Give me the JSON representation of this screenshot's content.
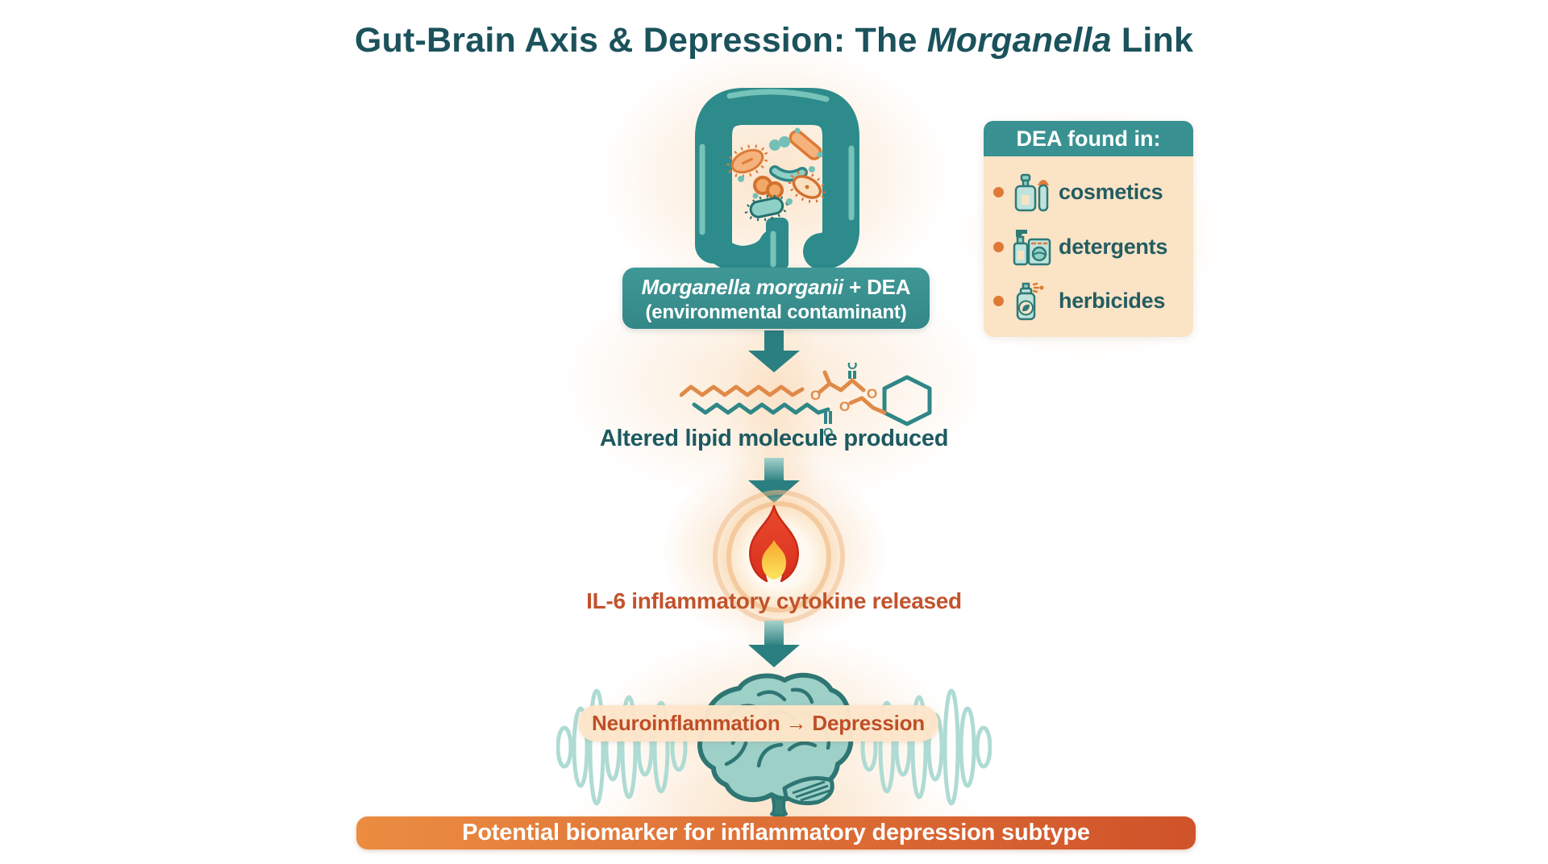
{
  "title": {
    "prefix": "Gut-Brain Axis & Depression: The ",
    "italic": "Morganella",
    "suffix": " Link"
  },
  "stage_bacteria": {
    "species_italic": "Morganella morganii",
    "rest": " + DEA",
    "subtitle": "(environmental contaminant)"
  },
  "dea_panel": {
    "header": "DEA found in:",
    "items": [
      {
        "icon": "cosmetics-icon",
        "label": "cosmetics"
      },
      {
        "icon": "detergent-icon",
        "label": "detergents"
      },
      {
        "icon": "herbicide-icon",
        "label": "herbicides"
      }
    ]
  },
  "stage_lipid": {
    "label": "Altered lipid molecule produced"
  },
  "stage_cytokine": {
    "label": "IL-6 inflammatory cytokine released"
  },
  "stage_brain": {
    "label": "Neuroinflammation → Depression"
  },
  "banner": {
    "label": "Potential biomarker for inflammatory depression subtype"
  },
  "molecule": {
    "atom_label": "O"
  },
  "icons": {
    "gut": "intestine-with-microbes",
    "molecule": "altered-lipid-structure",
    "flame": "inflammation-flame",
    "brain": "brain-with-waves"
  },
  "colors": {
    "title_teal": "#1b525c",
    "box_teal": "#389090",
    "arrow_teal": "#2b7f80",
    "text_teal": "#1d5a61",
    "text_orange": "#c2532c",
    "accent_orange": "#de7a36",
    "peach_panel": "#fbe3c5",
    "banner_start": "#eb8c41",
    "banner_end": "#d0532a"
  }
}
